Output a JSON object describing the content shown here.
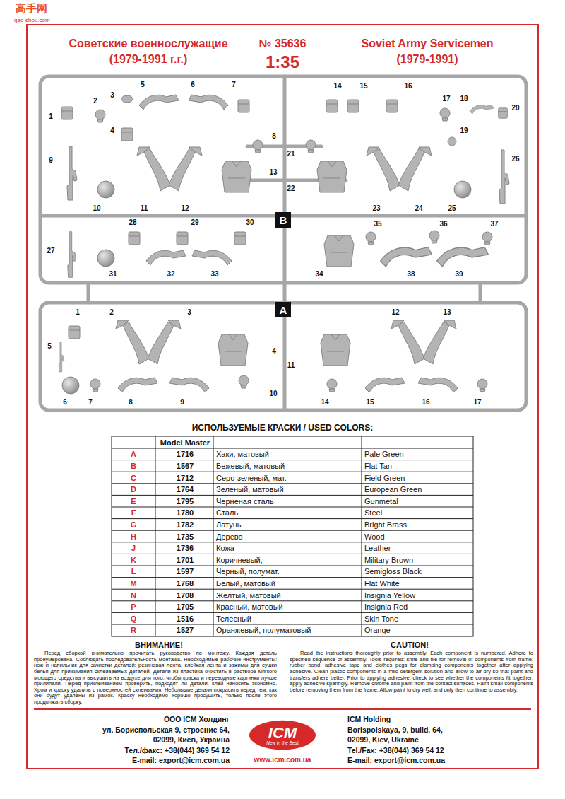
{
  "diagram": {
    "nodes": [
      {
        "text": [
          "B"
        ]
      },
      {
        "text": [
          "A"
        ]
      },
      {
        "text": [
          "ICM",
          "New in the Best"
        ]
      }
    ],
    "labels": [
      "高手网",
      "gao-shou.com",
      "Советские военнослужащие",
      "(1979-1991 г.г.)",
      "№ 35636",
      "1:35",
      "Soviet Army Servicemen",
      "(1979-1991)",
      "1",
      "2",
      "3",
      "4",
      "5",
      "6",
      "7",
      "8",
      "9",
      "10",
      "11",
      "12",
      "13",
      "14",
      "15",
      "16",
      "17",
      "18",
      "19",
      "20",
      "21",
      "22",
      "23",
      "24",
      "25",
      "26",
      "27",
      "28",
      "29",
      "30",
      "31",
      "32",
      "33",
      "34",
      "35",
      "36",
      "37",
      "38",
      "39",
      "1",
      "2",
      "3",
      "4",
      "5",
      "6",
      "7",
      "8",
      "9",
      "10",
      "11",
      "12",
      "13",
      "14",
      "15",
      "16",
      "17",
      "ИСПОЛЬЗУЕМЫЕ КРАСКИ / USED COLORS:",
      "Model Master",
      "A",
      "1716",
      "Хаки, матовый",
      "Pale Green",
      "B",
      "1567",
      "Бежевый, матовый",
      "Flat Tan",
      "C",
      "1712",
      "Серо-зеленый, мат.",
      "Field Green",
      "D",
      "1764",
      "Зеленый, матовый",
      "European Green",
      "E",
      "1795",
      "Черненая сталь",
      "Gunmetal",
      "F",
      "1780",
      "Сталь",
      "Steel",
      "G",
      "1782",
      "Латунь",
      "Bright Brass",
      "H",
      "1735",
      "Дерево",
      "Wood",
      "J",
      "1736",
      "Кожа",
      "Leather",
      "K",
      "1701",
      "Коричневый,",
      "Military Brown",
      "L",
      "1597",
      "Черный, полумат.",
      "Semigloss Black",
      "M",
      "1768",
      "Белый, матовый",
      "Flat White",
      "N",
      "1708",
      "Желтый, матовый",
      "Insignia Yellow",
      "P",
      "1705",
      "Красный, матовый",
      "Insignia Red",
      "Q",
      "1516",
      "Телесный",
      "Skin Tone",
      "R",
      "1527",
      "Оранжевый, полуматовый",
      "Orange",
      "ВНИМАНИЕ!",
      "Перед сборкой внимательно прочитать руководство по монтажу. Каждая деталь пронумерована. Соблюдать последовательность монтажа. Необходимые рабочие инструменты: нож и напильник для зачистки деталей; резиновая лента, клейкая лента и зажимы для сушки белья для прижимания склеиваемых деталей. Детали из пластика очистить в растворе мягкого моющего средства и высушить на воздухе для того, чтобы краска и переводные картинки лучше прилипали. Перед приклеиванием проверить, подходят ли детали; клей наносить экономно. Хром и краску удалить с поверхностей склеивания. Небольшие детали покрасить перед тем, как они будут удалены из рамок. Краску необходимо хорошо просушить, только после этого продолжать сборку.",
      "CAUTION!",
      "Read the instructions thoroughly prior to assembly. Each component is numbered. Adhere to specified sequence of assembly. Tools required: knife and file for removal of components from frame; rubber bond, adhesive tape and clothes pegs for clamping components together after applying adhesive. Clean plastic components in a mild detergent solution and allow to air-dry so that paint and transfers adhere better. Prior to applying adhesive, check to see whether the components fit together; apply adhesive sparingly. Remove chrome and paint from the contact surfaces. Paint small components before removing them from the frame. Allow paint to dry well, and only then continue to assembly.",
      "ООО ICM Холдинг",
      "ул. Бориспольская 9, строение 64,",
      "02099, Киев, Украина",
      "Тел./факс: +38(044) 369 54 12",
      "E-mail: export@icm.com.ua",
      "ICM Holding",
      "Borispolskaya, 9, build. 64,",
      "02099, Kiev, Ukraine",
      "Tel./Fax: +38(044) 369 54 12",
      "E-mail: export@icm.com.ua",
      "www.icm.com.ua"
    ]
  }
}
